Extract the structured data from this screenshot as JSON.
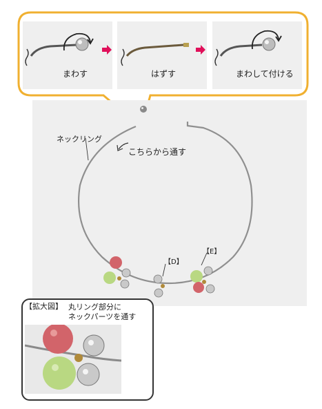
{
  "steps": [
    {
      "label": "まわす",
      "arrow_icon": "rotate-arrow-icon"
    },
    {
      "label": "はずす"
    },
    {
      "label": "まわして付ける",
      "arrow_icon": "rotate-arrow-icon"
    }
  ],
  "step_arrow_color": "#e0105a",
  "accent_border_color": "#f0b030",
  "labels": {
    "necklace": "ネックリング",
    "thread_direction": "こちらから通す",
    "part_d": "【D】",
    "part_e": "【E】"
  },
  "zoom": {
    "title": "【拡大図】",
    "caption_line1": "丸リング部分に",
    "caption_line2": "ネックパーツを通す"
  },
  "bead_colors": {
    "pink": "#d2646a",
    "green": "#b9d882",
    "silver": "#c9c9c9"
  }
}
